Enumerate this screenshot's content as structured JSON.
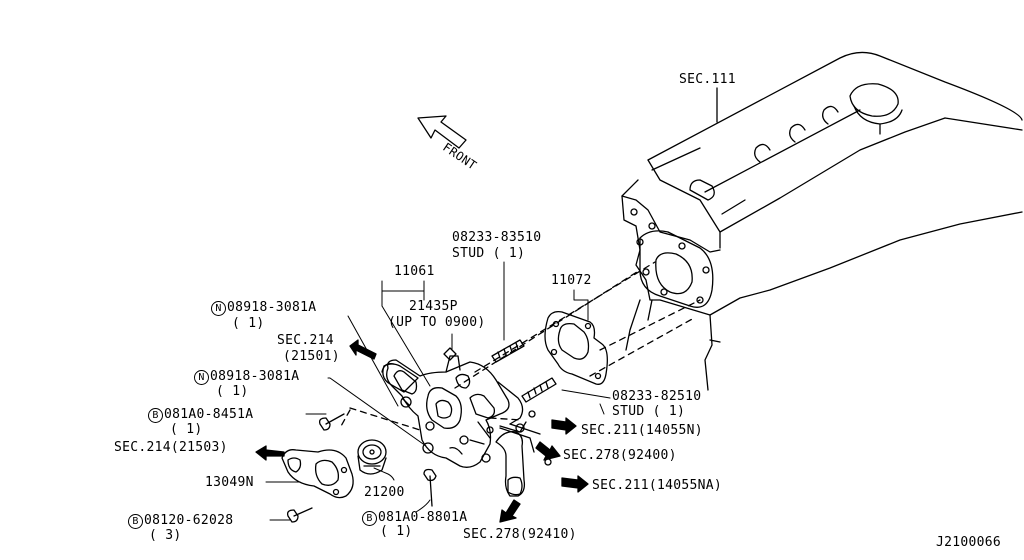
{
  "labels": {
    "sec_111": "SEC.111",
    "front": "FRONT",
    "stud1_part": "08233-83510",
    "stud1_desc": "STUD ( 1)",
    "part_11061": "11061",
    "part_11072": "11072",
    "part_21435p": "21435P",
    "part_21435p_note": "(UP TO 0900)",
    "n1_badge": "N",
    "n1_part": "08918-3081A",
    "n1_qty": "( 1)",
    "sec214_a": "SEC.214",
    "sec214_a_ref": "(21501)",
    "n2_badge": "N",
    "n2_part": "08918-3081A",
    "n2_qty": "( 1)",
    "b1_badge": "B",
    "b1_part": "081A0-8451A",
    "b1_qty": "( 1)",
    "sec214_b": "SEC.214(21503)",
    "part_13049n": "13049N",
    "b2_badge": "B",
    "b2_part": "08120-62028",
    "b2_qty": "( 3)",
    "part_21200": "21200",
    "b3_badge": "B",
    "b3_part": "081A0-8801A",
    "b3_qty": "( 1)",
    "sec278_a": "SEC.278(92410)",
    "stud2_part": "08233-82510",
    "stud2_desc": "STUD ( 1)",
    "sec211_a": "SEC.211(14055N)",
    "sec278_b": "SEC.278(92400)",
    "sec211_b": "SEC.211(14055NA)",
    "diagram_id": "J2100066"
  }
}
